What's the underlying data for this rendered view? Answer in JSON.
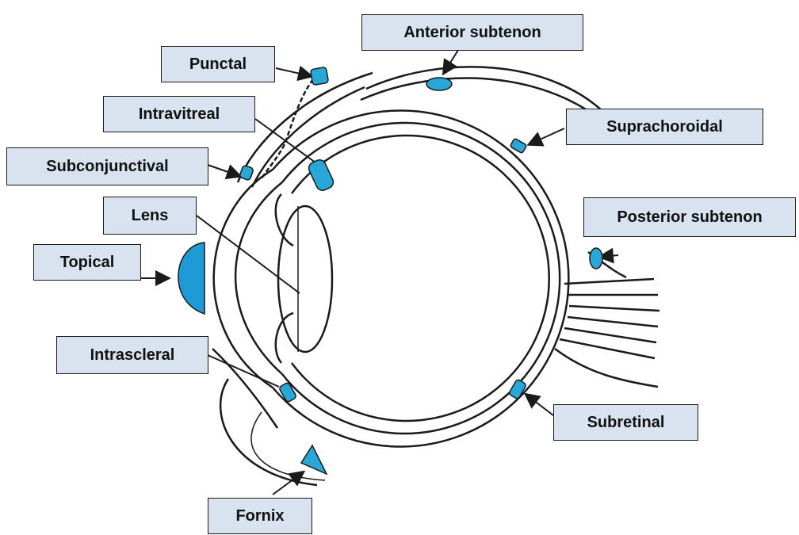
{
  "labels": {
    "anterior_subtenon": "Anterior subtenon",
    "punctal": "Punctal",
    "intravitreal": "Intravitreal",
    "suprachoroidal": "Suprachoroidal",
    "subconjunctival": "Subconjunctival",
    "lens": "Lens",
    "posterior_subtenon": "Posterior subtenon",
    "topical": "Topical",
    "intrascleral": "Intrascleral",
    "subretinal": "Subretinal",
    "fornix": "Fornix"
  },
  "colors": {
    "label_fill": "#d9e3ef",
    "implant_fill": "#2aa7d9",
    "topical_fill": "#1e9ad6",
    "line": "#1a1a1a"
  }
}
